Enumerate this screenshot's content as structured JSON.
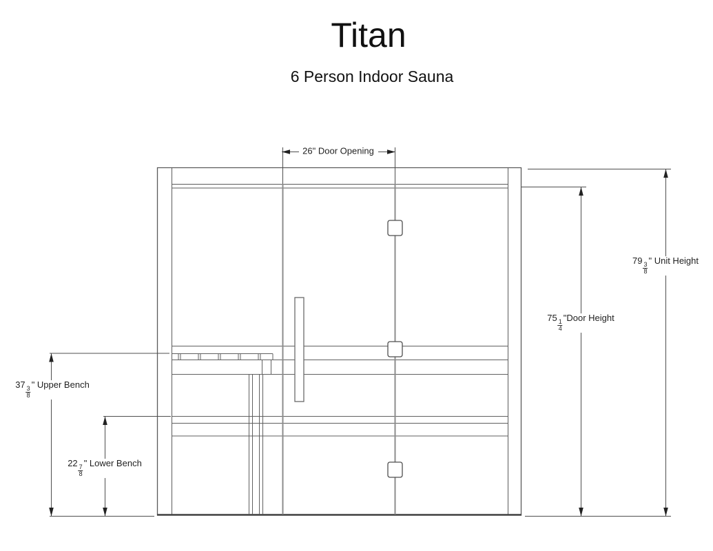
{
  "title": "Titan",
  "subtitle": "6 Person Indoor Sauna",
  "dimensions": {
    "door_opening": {
      "label": "26\" Door Opening"
    },
    "unit_height": {
      "whole": "79",
      "num": "3",
      "den": "8",
      "suffix": "\" Unit Height"
    },
    "door_height": {
      "whole": "75",
      "num": "1",
      "den": "4",
      "suffix": "\"Door Height"
    },
    "upper_bench": {
      "whole": "37",
      "num": "3",
      "den": "8",
      "suffix": "\" Upper Bench"
    },
    "lower_bench": {
      "whole": "22",
      "num": "7",
      "den": "8",
      "suffix": "\" Lower Bench"
    }
  },
  "colors": {
    "background": "#ffffff",
    "line": "#5a5a5a",
    "door_line": "#8c8c8c",
    "dim_line": "#4d4d4d",
    "text": "#1f1f1f"
  }
}
